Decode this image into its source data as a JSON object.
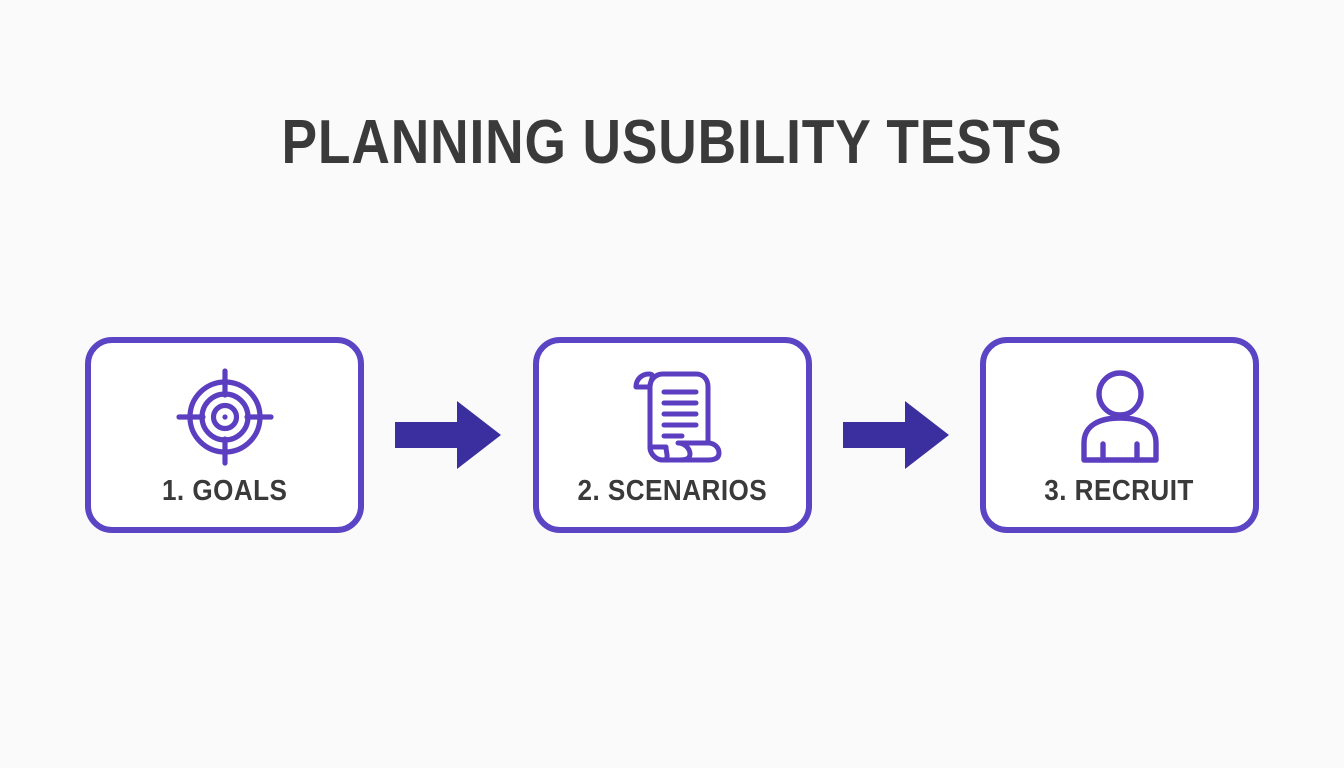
{
  "slide": {
    "title": "PLANNING USUBILITY TESTS",
    "background_color": "#fafafa",
    "title_color": "#3a3a3a",
    "card_border_color": "#5b45c4",
    "icon_color": "#5b3fc0",
    "arrow_color": "#3b2fa0",
    "label_color": "#3a3a3a"
  },
  "steps": [
    {
      "label": "1. GOALS",
      "icon": "crosshair-target-icon"
    },
    {
      "label": "2. SCENARIOS",
      "icon": "scroll-document-icon"
    },
    {
      "label": "3. RECRUIT",
      "icon": "person-user-icon"
    }
  ],
  "arrows": [
    {
      "icon": "arrow-right-icon"
    },
    {
      "icon": "arrow-right-icon"
    }
  ]
}
